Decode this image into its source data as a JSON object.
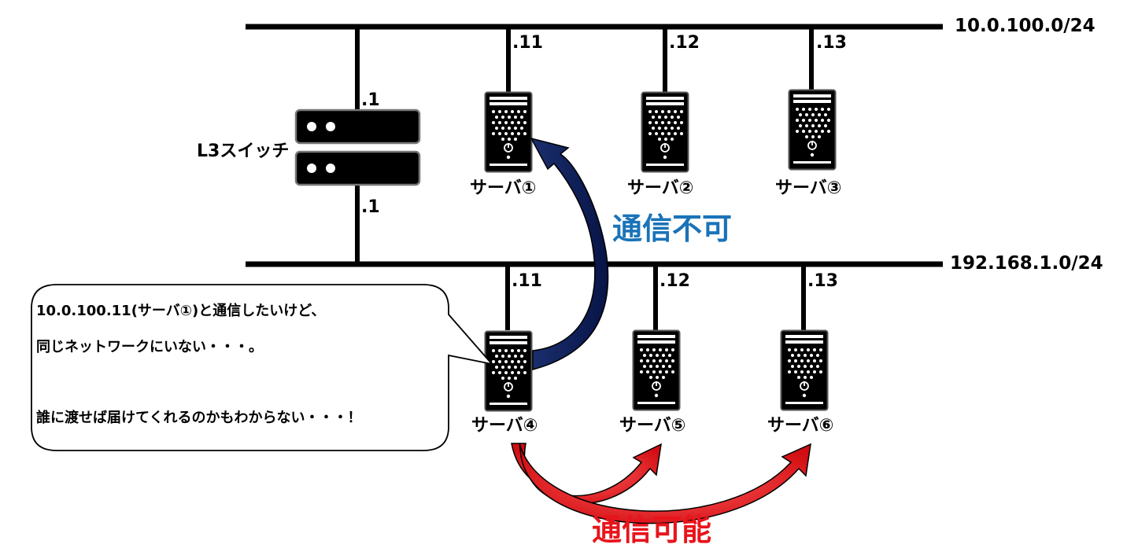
{
  "networks": {
    "upper": "10.0.100.0/24",
    "lower": "192.168.1.0/24"
  },
  "switch": {
    "label": "L3スイッチ",
    "upper_ip": ".1",
    "lower_ip": ".1"
  },
  "servers": [
    {
      "name": "サーバ①",
      "ip": ".11"
    },
    {
      "name": "サーバ②",
      "ip": ".12"
    },
    {
      "name": "サーバ③",
      "ip": ".13"
    },
    {
      "name": "サーバ④",
      "ip": ".11"
    },
    {
      "name": "サーバ⑤",
      "ip": ".12"
    },
    {
      "name": "サーバ⑥",
      "ip": ".13"
    }
  ],
  "bubble": {
    "line1": "10.0.100.11(サーバ①)と通信したいけど、",
    "line2": "同じネットワークにいない・・・。",
    "line3": "誰に渡せば届けてくれるのかもわからない・・・！"
  },
  "status": {
    "blocked": "通信不可",
    "ok": "通信可能"
  },
  "colors": {
    "blocked_text": "#1a73b8",
    "blocked_arrow": "#0b1f5c",
    "ok_text": "#e8141c",
    "ok_arrow": "#e8141c"
  }
}
